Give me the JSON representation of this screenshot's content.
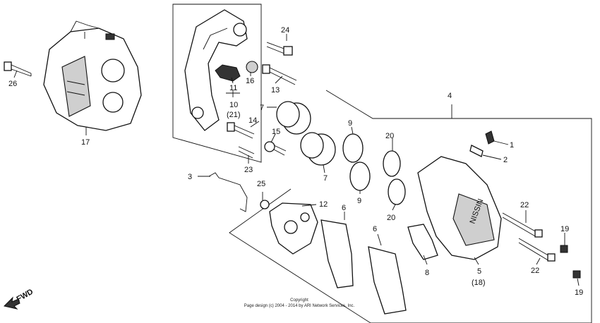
{
  "callouts": {
    "c1": "1",
    "c2": "2",
    "c3": "3",
    "c4": "4",
    "c5": "5",
    "c5b": "(18)",
    "c6a": "6",
    "c6b": "6",
    "c7a": "7",
    "c7b": "7",
    "c8": "8",
    "c9a": "9",
    "c9b": "9",
    "c10": "10",
    "c10b": "(21)",
    "c11": "11",
    "c12": "12",
    "c13": "13",
    "c14": "14",
    "c15": "15",
    "c16": "16",
    "c17": "17",
    "c19a": "19",
    "c19b": "19",
    "c20a": "20",
    "c20b": "20",
    "c22a": "22",
    "c22b": "22",
    "c23": "23",
    "c24": "24",
    "c25": "25",
    "c26": "26"
  },
  "fwd_label": "FWD",
  "copyright": {
    "line1": "Copyright",
    "line2": "Page design (c) 2004 - 2014 by ARI Network Services, Inc."
  },
  "caliper_stamp": "NISSIN"
}
